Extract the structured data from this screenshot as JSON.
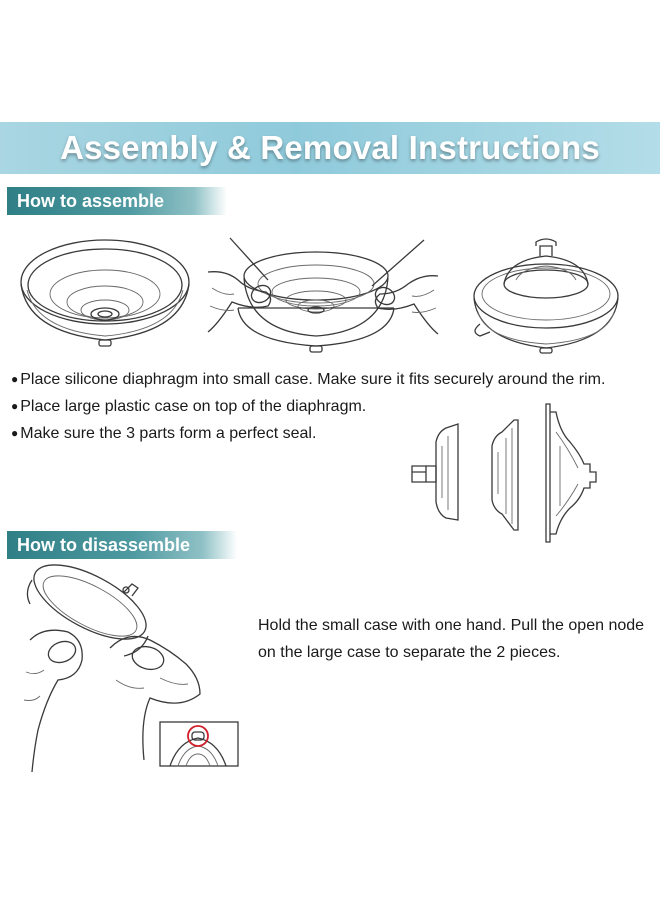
{
  "banner": {
    "title": "Assembly & Removal Instructions"
  },
  "assemble": {
    "heading": "How to assemble",
    "bullets": [
      "Place silicone diaphragm into small case. Make sure it fits securely around the rim.",
      "Place large plastic case on top of the diaphragm.",
      "Make sure the 3 parts form a perfect seal."
    ],
    "bullet_glyph": "●"
  },
  "disassemble": {
    "heading": "How to disassemble",
    "instruction": "Hold the small case with one hand. Pull the open node on the large case to separate the 2 pieces."
  },
  "colors": {
    "banner": "#9fd1de",
    "section_tag": "#2f7f86",
    "highlight_ring": "#d0202a"
  }
}
